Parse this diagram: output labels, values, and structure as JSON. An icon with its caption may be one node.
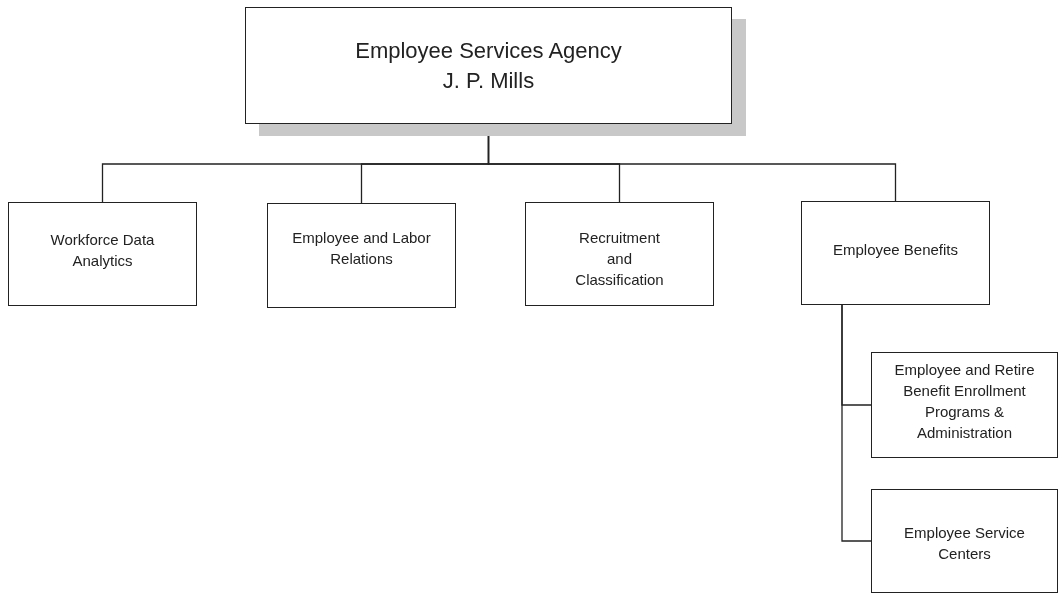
{
  "diagram": {
    "nodes": [
      {
        "text": [
          "Employee Services Agency",
          "J. P. Mills"
        ]
      },
      {
        "text": [
          "Workforce Data Analytics"
        ]
      },
      {
        "text": [
          "Employee and Labor Relations"
        ]
      },
      {
        "text": [
          "Recruitment and Classification"
        ]
      },
      {
        "text": [
          "Employee Benefits"
        ]
      },
      {
        "text": [
          "Employee and Retire Benefit Enrollment Programs & Administration"
        ]
      },
      {
        "text": [
          "Employee Service Centers"
        ]
      }
    ],
    "edges": [
      {
        "from": 0,
        "to": 1,
        "arrow": "none"
      },
      {
        "from": 0,
        "to": 2,
        "arrow": "none"
      },
      {
        "from": 0,
        "to": 3,
        "arrow": "none"
      },
      {
        "from": 0,
        "to": 4,
        "arrow": "none"
      },
      {
        "from": 4,
        "to": 5,
        "arrow": "none"
      },
      {
        "from": 4,
        "to": 6,
        "arrow": "none"
      }
    ]
  }
}
